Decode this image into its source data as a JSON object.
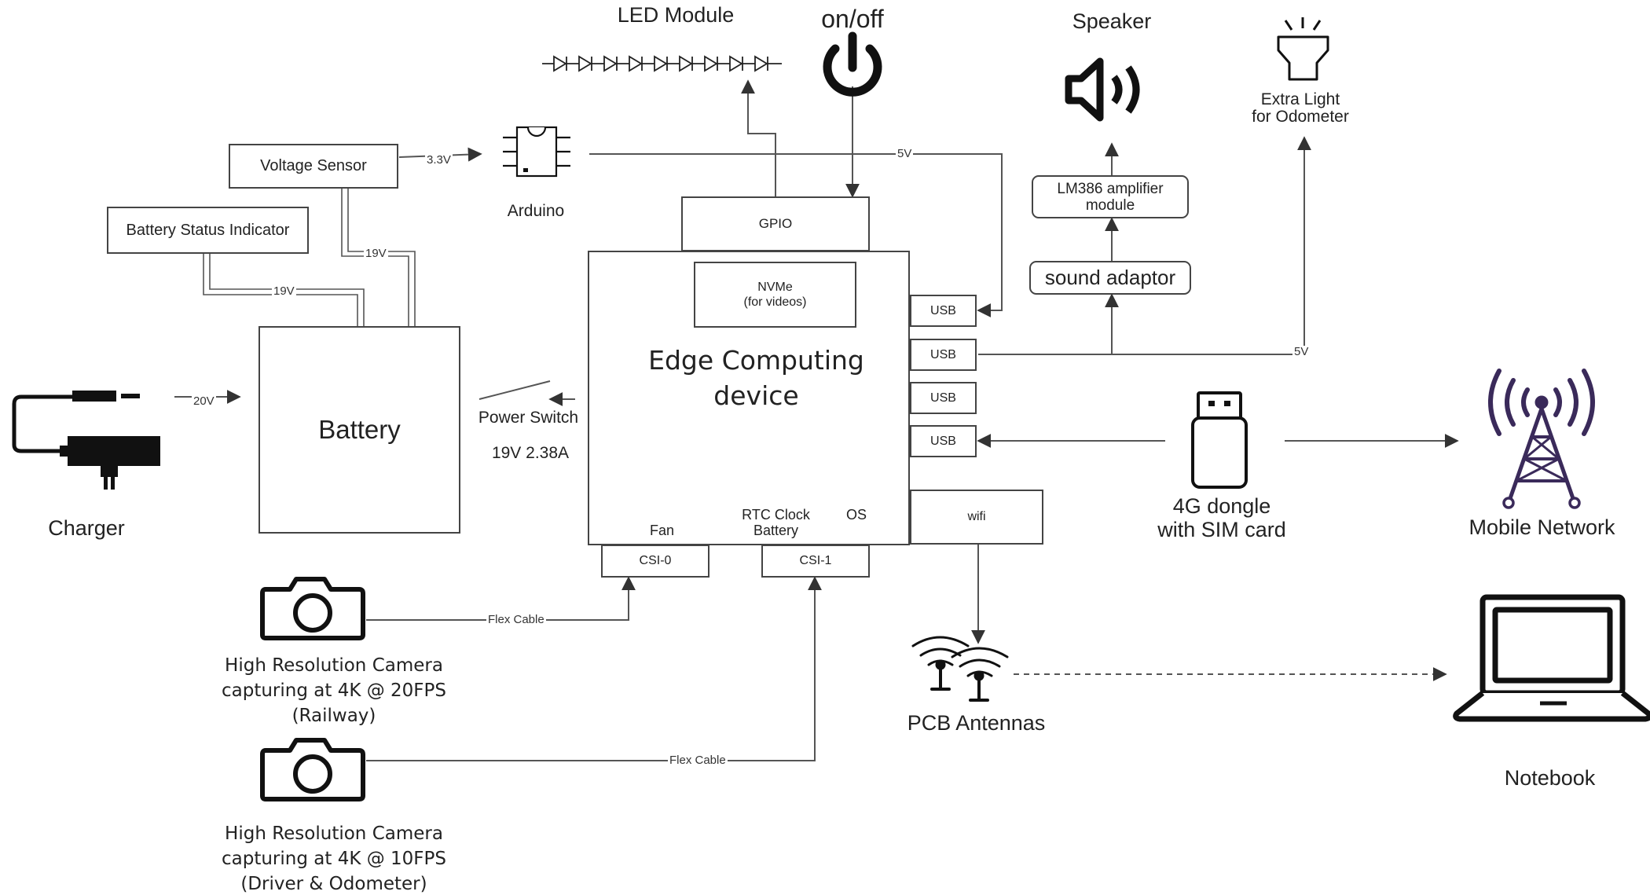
{
  "components": {
    "led_module": "LED Module",
    "on_off": "on/off",
    "speaker": "Speaker",
    "extra_light": "Extra Light\nfor Odometer",
    "lm386": "LM386 amplifier\nmodule",
    "sound_adaptor": "sound adaptor",
    "voltage_sensor": "Voltage Sensor",
    "battery_status": "Battery Status Indicator",
    "arduino": "Arduino",
    "gpio": "GPIO",
    "nvme": "NVMe\n(for videos)",
    "edge_device": "Edge Computing\ndevice",
    "usb": [
      "USB",
      "USB",
      "USB",
      "USB"
    ],
    "wifi": "wifi",
    "dongle": "4G dongle\nwith SIM card",
    "mobile_network": "Mobile Network",
    "battery": "Battery",
    "charger": "Charger",
    "power_switch": "Power Switch",
    "power_rating": "19V 2.38A",
    "fan": "Fan",
    "rtc": "RTC Clock\nBattery",
    "os": "OS",
    "csi0": "CSI-0",
    "csi1": "CSI-1",
    "pcb_antennas": "PCB Antennas",
    "notebook": "Notebook",
    "camera1": "High Resolution Camera\ncapturing at 4K @ 20FPS\n(Railway)",
    "camera2": "High Resolution Camera\ncapturing at 4K @ 10FPS\n(Driver & Odometer)"
  },
  "wire_labels": {
    "v33": "3.3V",
    "v5_arduino": "5V",
    "v19_sensor": "19V",
    "v19_indicator": "19V",
    "v20": "20V",
    "v5_light": "5V",
    "flex1": "Flex Cable",
    "flex2": "Flex Cable"
  },
  "icons": [
    "led-diode-chain-icon",
    "power-icon",
    "speaker-icon",
    "flashlight-icon",
    "chip-icon",
    "fan-icon",
    "rtc-battery-icon",
    "sd-card-icon",
    "usb-dongle-icon",
    "antenna-tower-icon",
    "camera-icon",
    "pcb-antenna-icon",
    "laptop-icon",
    "charger-plug-icon"
  ],
  "colors": {
    "line": "#444444",
    "text": "#222222",
    "tower": "#3a2a5a",
    "rtc": "#3b8fd6"
  }
}
